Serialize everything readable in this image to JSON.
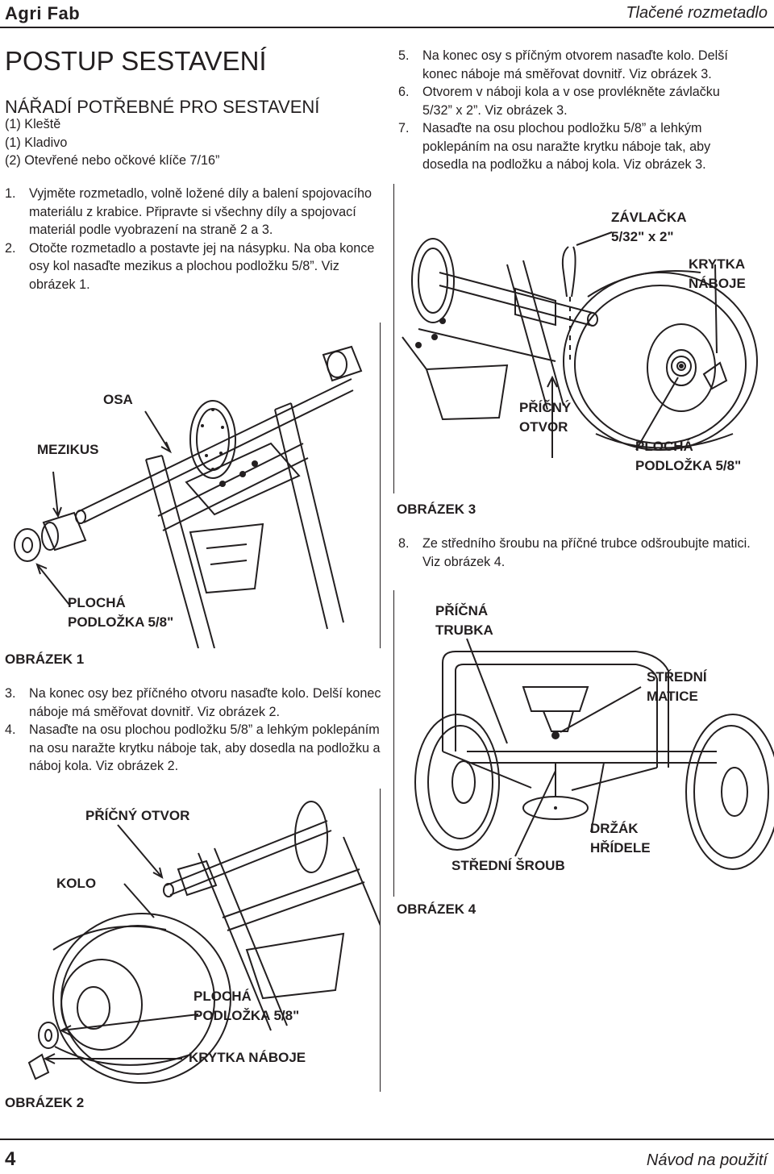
{
  "header": {
    "brand": "Agri Fab",
    "doc_title": "Tlačené rozmetadlo"
  },
  "section_title": "POSTUP SESTAVENÍ",
  "tools": {
    "heading": "NÁŘADÍ POTŘEBNÉ PRO SESTAVENÍ",
    "items": [
      "(1) Kleště",
      "(1) Kladivo",
      "(2) Otevřené nebo očkové klíče 7/16”"
    ]
  },
  "steps_left": [
    {
      "num": "1.",
      "text": "Vyjměte rozmetadlo, volně ložené díly a balení spojovacího materiálu z krabice. Připravte si všechny díly a spojovací materiál podle vyobrazení na straně 2 a 3."
    },
    {
      "num": "2.",
      "text": "Otočte rozmetadlo a postavte jej na násypku. Na oba konce osy kol nasaďte mezikus a plochou podložku 5/8”. Viz obrázek 1."
    }
  ],
  "steps_mid": [
    {
      "num": "3.",
      "text": "Na konec osy bez příčného otvoru nasaďte kolo. Delší konec náboje má směřovat dovnitř. Viz obrázek 2."
    },
    {
      "num": "4.",
      "text": "Nasaďte na osu plochou podložku 5/8” a lehkým poklepáním na osu naražte krytku náboje tak, aby dosedla na podložku a náboj kola. Viz obrázek 2."
    }
  ],
  "steps_right": [
    {
      "num": "5.",
      "text": "Na konec osy s příčným otvorem nasaďte kolo. Delší konec náboje má směřovat dovnitř. Viz obrázek 3."
    },
    {
      "num": "6.",
      "text": "Otvorem v náboji kola a v ose provlékněte závlačku 5/32” x 2”. Viz obrázek 3."
    },
    {
      "num": "7.",
      "text": "Nasaďte na osu plochou podložku 5/8” a lehkým poklepáním na osu naražte krytku náboje tak, aby dosedla na podložku a náboj kola. Viz obrázek 3."
    }
  ],
  "step8": {
    "num": "8.",
    "text": "Ze středního šroubu na příčné trubce odšroubujte matici. Viz obrázek 4."
  },
  "figure1": {
    "caption": "OBRÁZEK 1",
    "labels": {
      "osa": "OSA",
      "mezikus": "MEZIKUS",
      "washer_a": "PLOCHÁ",
      "washer_b": "PODLOŽKA 5/8\""
    }
  },
  "figure2": {
    "caption": "OBRÁZEK 2",
    "labels": {
      "hole": "PŘÍČNÝ OTVOR",
      "kolo": "KOLO",
      "washer_a": "PLOCHÁ",
      "washer_b": "PODLOŽKA 5/8\"",
      "cap": "KRYTKA NÁBOJE"
    }
  },
  "figure3": {
    "caption": "OBRÁZEK 3",
    "labels": {
      "pin_a": "ZÁVLAČKA",
      "pin_b": "5/32\" x 2\"",
      "cap_a": "KRYTKA",
      "cap_b": "NÁBOJE",
      "hole_a": "PŘÍČNÝ",
      "hole_b": "OTVOR",
      "washer_a": "PLOCHÁ",
      "washer_b": "PODLOŽKA 5/8\""
    }
  },
  "figure4": {
    "caption": "OBRÁZEK 4",
    "labels": {
      "tube_a": "PŘÍČNÁ",
      "tube_b": "TRUBKA",
      "nut_a": "STŘEDNÍ",
      "nut_b": "MATICE",
      "bolt": "STŘEDNÍ ŠROUB",
      "holder_a": "DRŽÁK",
      "holder_b": "HŘÍDELE"
    }
  },
  "footer": {
    "page": "4",
    "title": "Návod na použití"
  }
}
